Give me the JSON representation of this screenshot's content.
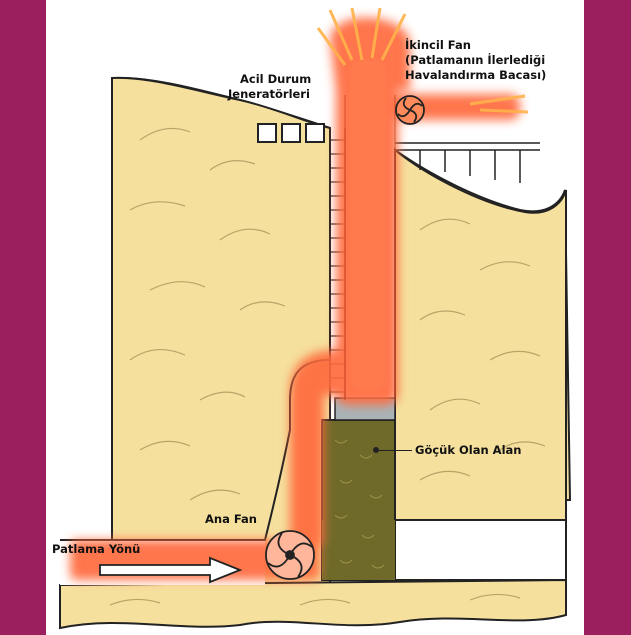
{
  "colors": {
    "border": "#9b1f5e",
    "ground": "#f5e09e",
    "ground_lines": "#b9a468",
    "blast": "#ff6a3d",
    "collapse": "#6f6a2a",
    "rubble": "#a9b3b7"
  },
  "labels": {
    "secondary_fan": "İkincil Fan",
    "secondary_fan_note_1": "(Patlamanın İlerlediği",
    "secondary_fan_note_2": "Havalandırma Bacası)",
    "emergency_generators_1": "Acil Durum",
    "emergency_generators_2": "Jeneratörleri",
    "collapse_area": "Göçük Olan Alan",
    "main_fan": "Ana Fan",
    "blast_direction": "Patlama Yönü"
  }
}
